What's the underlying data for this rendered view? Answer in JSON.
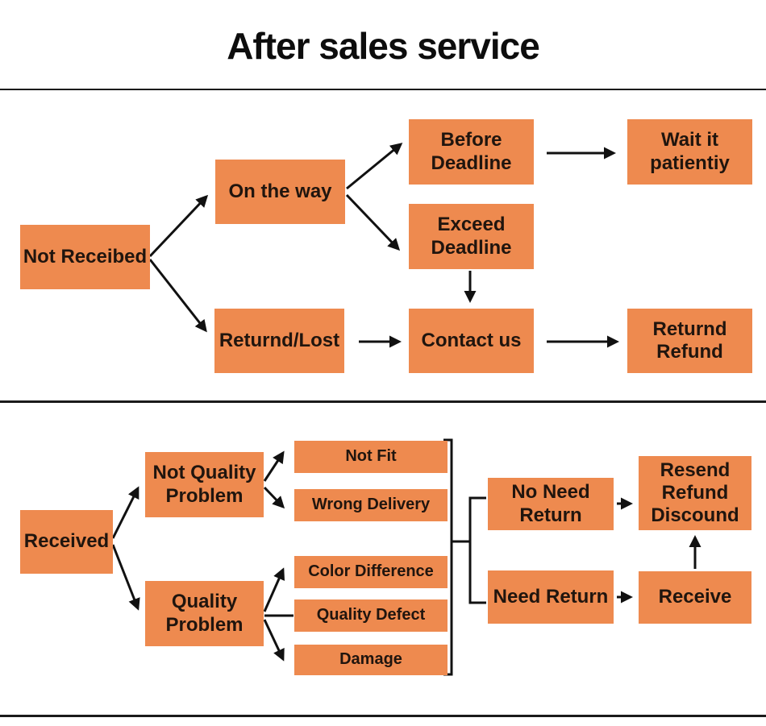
{
  "title": "After sales service",
  "colors": {
    "node_fill": "#EE8A4F",
    "node_text": "#20150e",
    "line": "#111111",
    "background": "#ffffff"
  },
  "nodes": {
    "not_received": "Not Receibed",
    "on_the_way": "On the way",
    "before_deadline": "Before\nDeadline",
    "wait_it_patiently": "Wait it\npatientiy",
    "exceed_deadline": "Exceed\nDeadline",
    "returnd_lost": "Returnd/Lost",
    "contact_us": "Contact us",
    "returnd_refund": "Returnd\nRefund",
    "received": "Received",
    "not_quality_problem": "Not Quality\nProblem",
    "quality_problem": "Quality\nProblem",
    "not_fit": "Not Fit",
    "wrong_delivery": "Wrong Delivery",
    "color_difference": "Color Difference",
    "quality_defect": "Quality Defect",
    "damage": "Damage",
    "no_need_return": "No Need\nReturn",
    "need_return": "Need Return",
    "resend_refund_discound": "Resend\nRefund\nDiscound",
    "receive": "Receive"
  }
}
